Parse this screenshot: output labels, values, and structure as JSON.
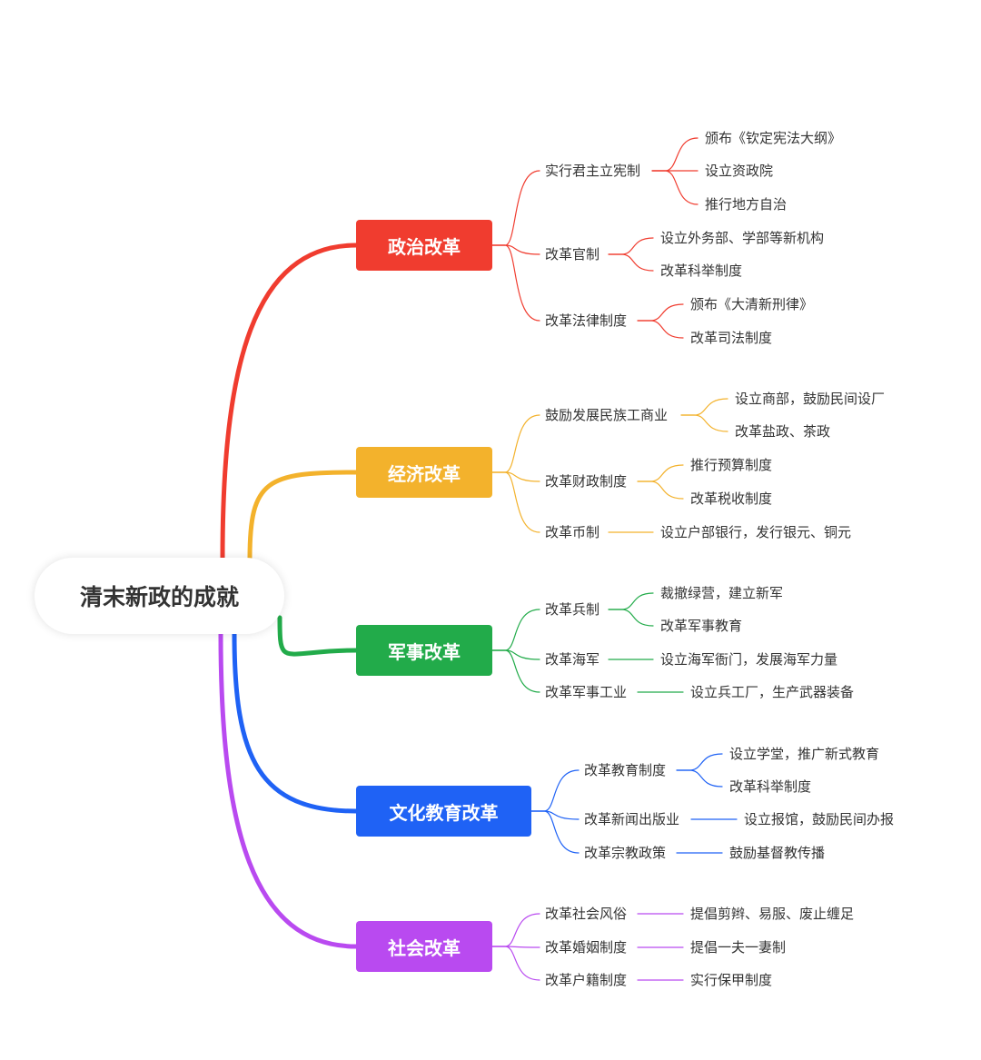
{
  "root": {
    "title": "清末新政的成就"
  },
  "branches": [
    {
      "label": "政治改革",
      "color": "#f03c2f",
      "subs": [
        {
          "label": "实行君主立宪制",
          "leaves": [
            "颁布《钦定宪法大纲》",
            "设立资政院",
            "推行地方自治"
          ]
        },
        {
          "label": "改革官制",
          "leaves": [
            "设立外务部、学部等新机构",
            "改革科举制度"
          ]
        },
        {
          "label": "改革法律制度",
          "leaves": [
            "颁布《大清新刑律》",
            "改革司法制度"
          ]
        }
      ]
    },
    {
      "label": "经济改革",
      "color": "#f3b22c",
      "subs": [
        {
          "label": "鼓励发展民族工商业",
          "leaves": [
            "设立商部，鼓励民间设厂",
            "改革盐政、茶政"
          ]
        },
        {
          "label": "改革财政制度",
          "leaves": [
            "推行预算制度",
            "改革税收制度"
          ]
        },
        {
          "label": "改革币制",
          "leaves": [
            "设立户部银行，发行银元、铜元"
          ]
        }
      ]
    },
    {
      "label": "军事改革",
      "color": "#22ab4a",
      "subs": [
        {
          "label": "改革兵制",
          "leaves": [
            "裁撤绿营，建立新军",
            "改革军事教育"
          ]
        },
        {
          "label": "改革海军",
          "leaves": [
            "设立海军衙门，发展海军力量"
          ]
        },
        {
          "label": "改革军事工业",
          "leaves": [
            "设立兵工厂，生产武器装备"
          ]
        }
      ]
    },
    {
      "label": "文化教育改革",
      "color": "#1f62f5",
      "subs": [
        {
          "label": "改革教育制度",
          "leaves": [
            "设立学堂，推广新式教育",
            "改革科举制度"
          ]
        },
        {
          "label": "改革新闻出版业",
          "leaves": [
            "设立报馆，鼓励民间办报"
          ]
        },
        {
          "label": "改革宗教政策",
          "leaves": [
            "鼓励基督教传播"
          ]
        }
      ]
    },
    {
      "label": "社会改革",
      "color": "#b94af0",
      "subs": [
        {
          "label": "改革社会风俗",
          "leaves": [
            "提倡剪辫、易服、废止缠足"
          ]
        },
        {
          "label": "改革婚姻制度",
          "leaves": [
            "提倡一夫一妻制"
          ]
        },
        {
          "label": "改革户籍制度",
          "leaves": [
            "实行保甲制度"
          ]
        }
      ]
    }
  ]
}
